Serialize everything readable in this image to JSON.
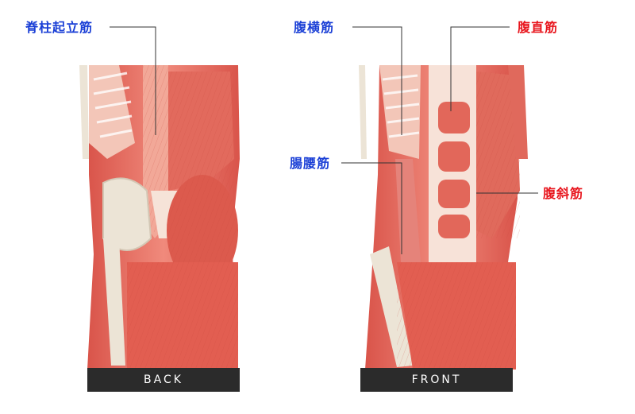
{
  "labels": {
    "erector_spinae": "脊柱起立筋",
    "transversus_abdominis": "腹横筋",
    "rectus_abdominis": "腹直筋",
    "iliopsoas": "腸腰筋",
    "obliques": "腹斜筋"
  },
  "captions": {
    "back": "BACK",
    "front": "FRONT"
  },
  "colors": {
    "blue_label": "#1a3fd6",
    "red_label": "#e8161e",
    "muscle": "#e8665a",
    "muscle_dark": "#c9453b",
    "bone": "#eee8dc",
    "caption_bg": "#2b2b2b"
  }
}
